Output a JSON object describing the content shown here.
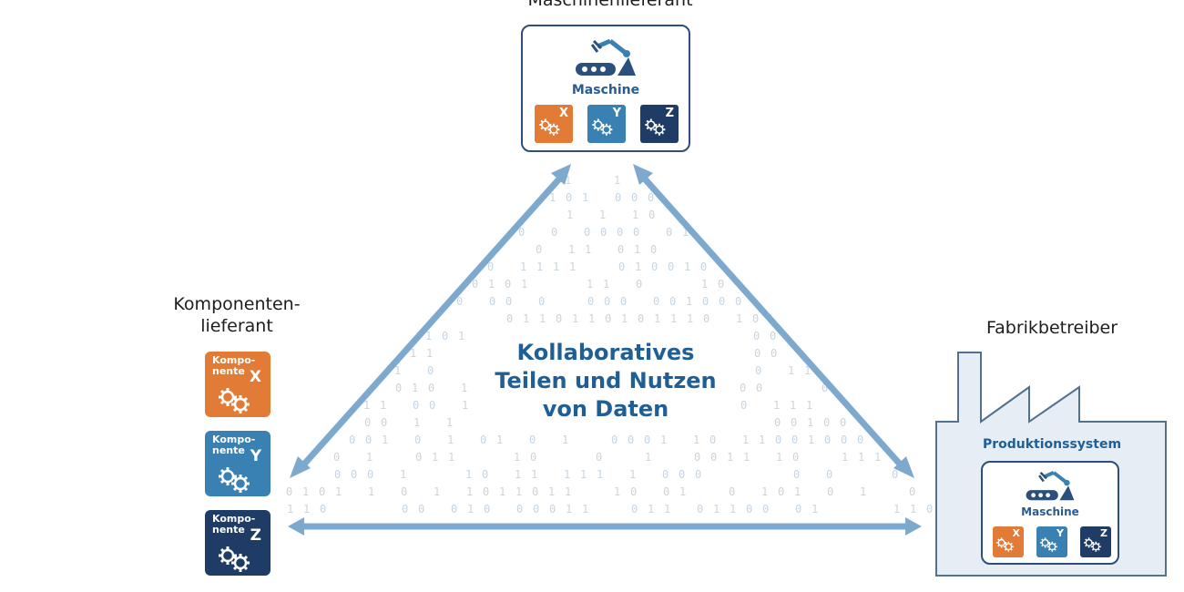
{
  "labels": {
    "top": "Maschinenlieferant",
    "left_line1": "Komponenten-",
    "left_line2": "lieferant",
    "right": "Fabrikbetreiber",
    "production_system": "Produktionssystem"
  },
  "center_text": {
    "line1": "Kollaboratives",
    "line2": "Teilen und Nutzen",
    "line3": "von Daten"
  },
  "machine_label": "Maschine",
  "chips": [
    {
      "letter": "X",
      "color": "#e17b35"
    },
    {
      "letter": "Y",
      "color": "#3a81b3"
    },
    {
      "letter": "Z",
      "color": "#1f3c66"
    }
  ],
  "components": [
    {
      "line1": "Kompo-",
      "line2": "nente",
      "letter": "X",
      "color": "#e17b35"
    },
    {
      "line1": "Kompo-",
      "line2": "nente",
      "letter": "Y",
      "color": "#3a81b3"
    },
    {
      "line1": "Kompo-",
      "line2": "nente",
      "letter": "Z",
      "color": "#1f3c66"
    }
  ],
  "colors": {
    "arrow": "#7ea9cf",
    "binary_text": "#c9d4df",
    "factory_fill": "#e6edf4",
    "factory_stroke": "#52708f",
    "accent_text": "#1f5f96"
  }
}
